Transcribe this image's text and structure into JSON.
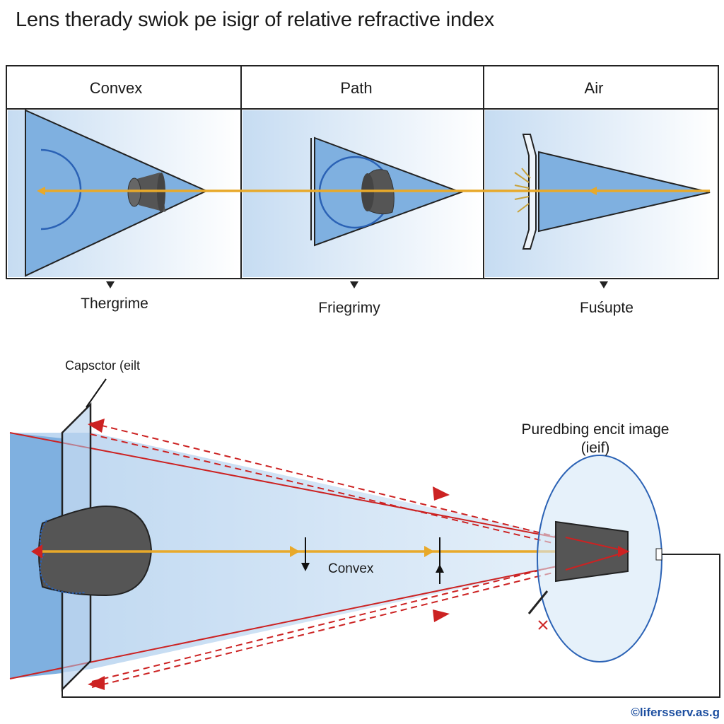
{
  "title": "Lens therady swiok pe isigr of relative refractive index",
  "panels": [
    {
      "header": "Convex",
      "sub_label": "Thergrime"
    },
    {
      "header": "Path",
      "sub_label": "Friegrimy"
    },
    {
      "header": "Air",
      "sub_label": "Fuśupte"
    }
  ],
  "bottom": {
    "projector_label": "Capsctor (eilt",
    "image_label": "Puredbing encit image",
    "image_sublabel": "(ieif)",
    "center_label": "Convex"
  },
  "credit": "©lifersserv.as.g",
  "colors": {
    "lens_blue": "#7fb0e0",
    "ray_orange": "#e8a92a",
    "ray_red": "#cc2222",
    "object_gray": "#555555"
  }
}
